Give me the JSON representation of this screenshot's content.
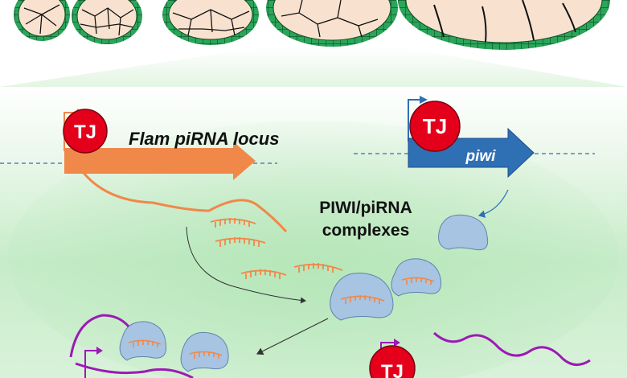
{
  "labels": {
    "tj": "TJ",
    "flam_locus": "Flam piRNA locus",
    "piwi_gene": "piwi",
    "complex_line1": "PIWI/piRNA",
    "complex_line2": "complexes"
  },
  "colors": {
    "panel_top": "#ffffff",
    "panel_mid": "#c7ecc9",
    "chamber_border": "#1f9a4a",
    "chamber_fill": "#f8e2cf",
    "tj_red": "#e4001b",
    "flam_orange": "#f0884a",
    "piwi_blue": "#2f6fb4",
    "protein_blue": "#a7c4e2",
    "transposon_purple": "#9c1ab5"
  }
}
